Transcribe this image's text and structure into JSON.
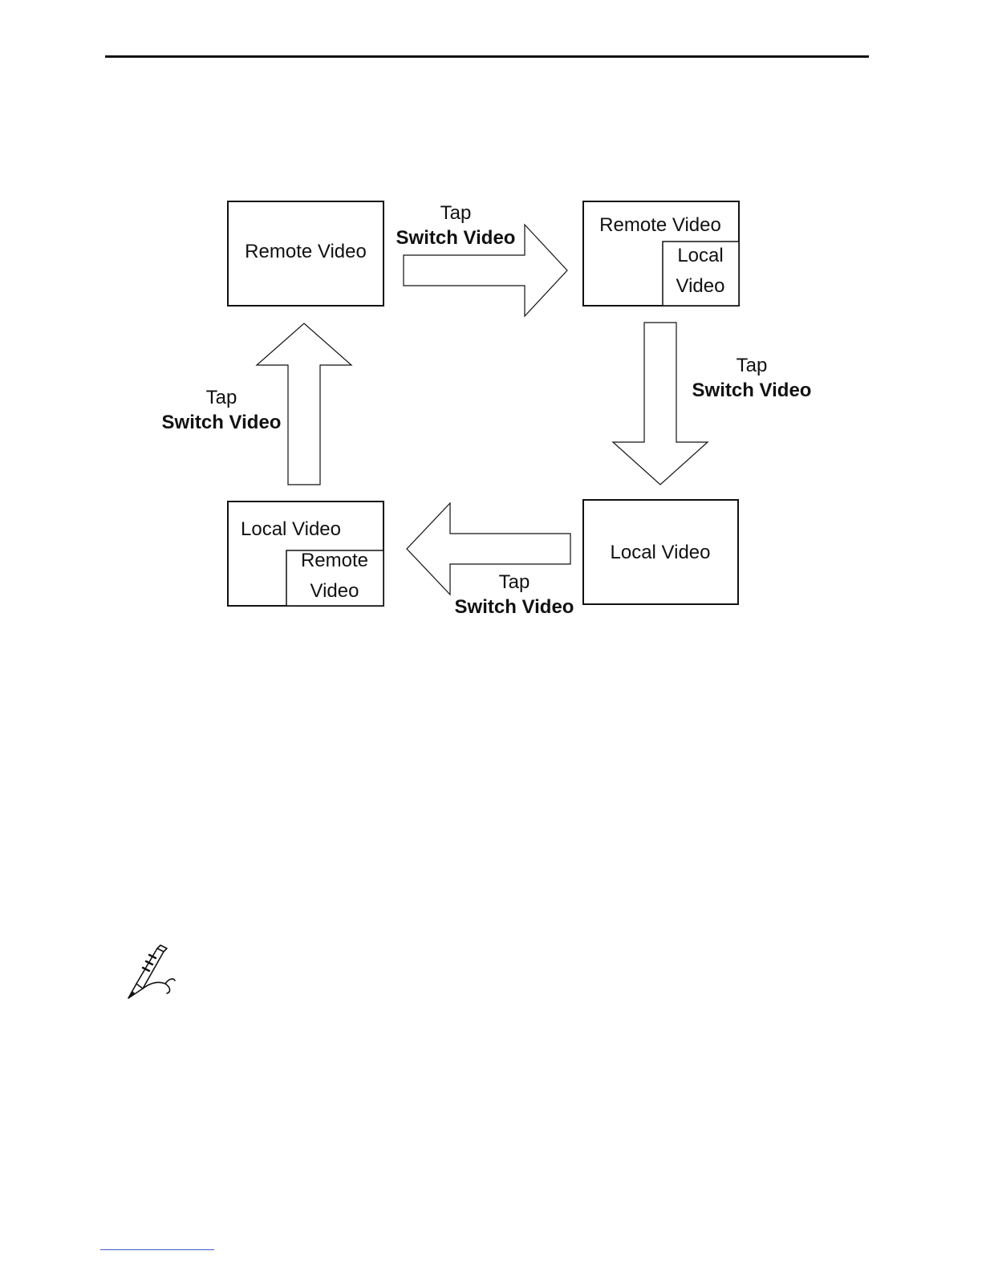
{
  "diagram": {
    "states": {
      "top_left": {
        "main_label": "Remote Video"
      },
      "top_right": {
        "main_label": "Remote Video",
        "inset_line1": "Local",
        "inset_line2": "Video"
      },
      "bottom_right": {
        "main_label": "Local Video"
      },
      "bottom_left": {
        "main_label": "Local Video",
        "inset_line1": "Remote",
        "inset_line2": "Video"
      }
    },
    "transitions": {
      "top": {
        "line1": "Tap",
        "line2": "Switch Video"
      },
      "right": {
        "line1": "Tap",
        "line2": "Switch Video"
      },
      "bottom": {
        "line1": "Tap",
        "line2": "Switch Video"
      },
      "left": {
        "line1": "Tap",
        "line2": "Switch Video"
      }
    }
  },
  "icons": {
    "note": "pen-note-icon"
  }
}
